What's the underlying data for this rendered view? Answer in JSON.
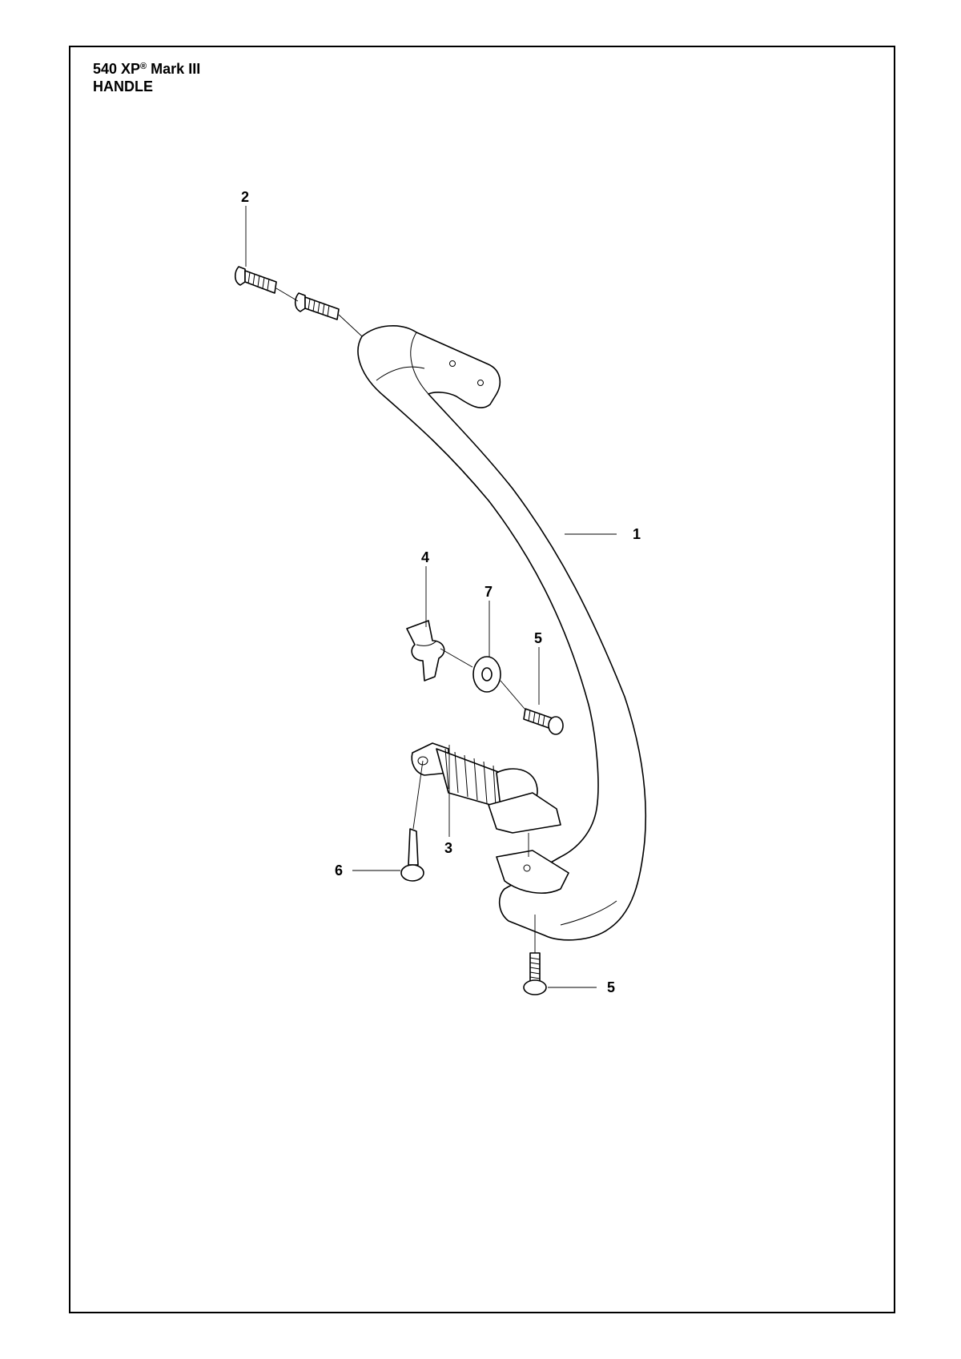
{
  "header": {
    "model": "540 XP",
    "registered": "®",
    "model_suffix": "Mark III",
    "section": "HANDLE"
  },
  "callouts": [
    "1",
    "2",
    "3",
    "4",
    "5",
    "5",
    "6",
    "7"
  ]
}
